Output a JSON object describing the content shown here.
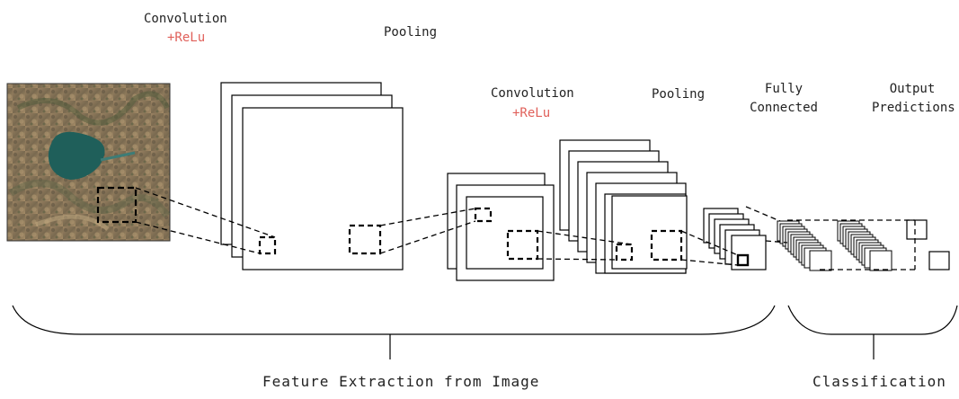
{
  "labels": {
    "conv1": "Convolution",
    "relu1": "+ReLu",
    "pool1": "Pooling",
    "conv2": "Convolution",
    "relu2": "+ReLu",
    "pool2": "Pooling",
    "fc_line1": "Fully",
    "fc_line2": "Connected",
    "out_line1": "Output",
    "out_line2": "Predictions",
    "feature_extraction": "Feature Extraction from Image",
    "classification": "Classification"
  },
  "colors": {
    "relu": "#e0605a",
    "stroke": "#000000",
    "lake": "#1f5f5a",
    "terrain": "#8a7456"
  }
}
